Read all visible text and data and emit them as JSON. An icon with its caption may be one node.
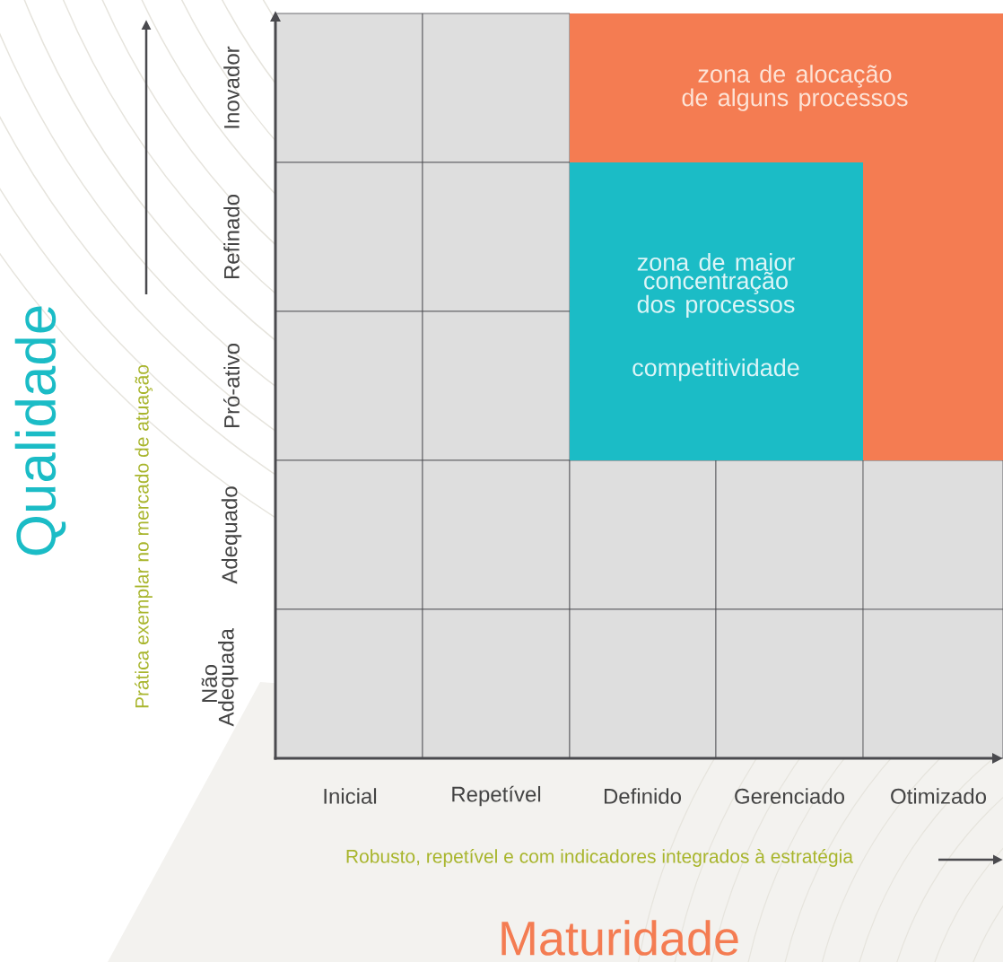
{
  "diagram": {
    "nodes": [
      {
        "text": [
          "zona de alocação de alguns processos"
        ]
      },
      {
        "text": [
          "zona de maior concentração dos processos",
          "competitividade"
        ]
      }
    ],
    "labels": [
      "Qualidade",
      "Prática exemplar no mercado de atuação",
      "Inovador",
      "Refinado",
      "Pró-ativo",
      "Adequado",
      "Não Adequada",
      "Inicial",
      "Repetível",
      "Definido",
      "Gerenciado",
      "Otimizado",
      "Robusto, repetível e com indicadores integrados à estratégia",
      "Maturidade"
    ]
  }
}
